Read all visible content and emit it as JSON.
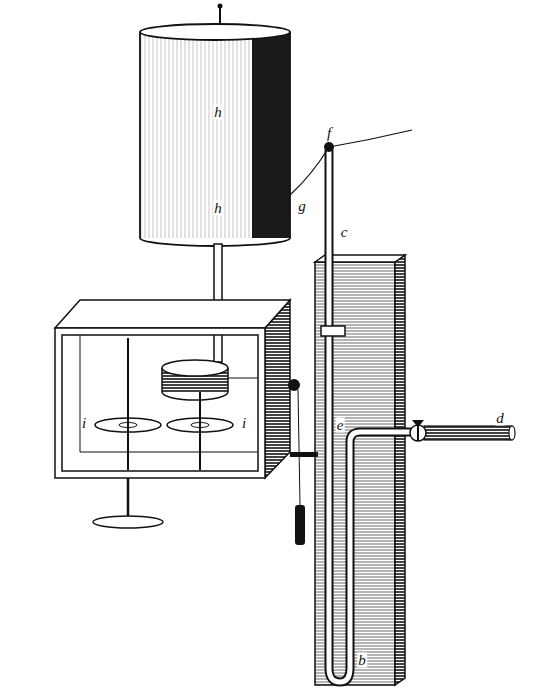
{
  "diagram": {
    "labels": [
      "h",
      "h",
      "g",
      "f",
      "c",
      "e",
      "d",
      "b",
      "i",
      "i"
    ]
  }
}
